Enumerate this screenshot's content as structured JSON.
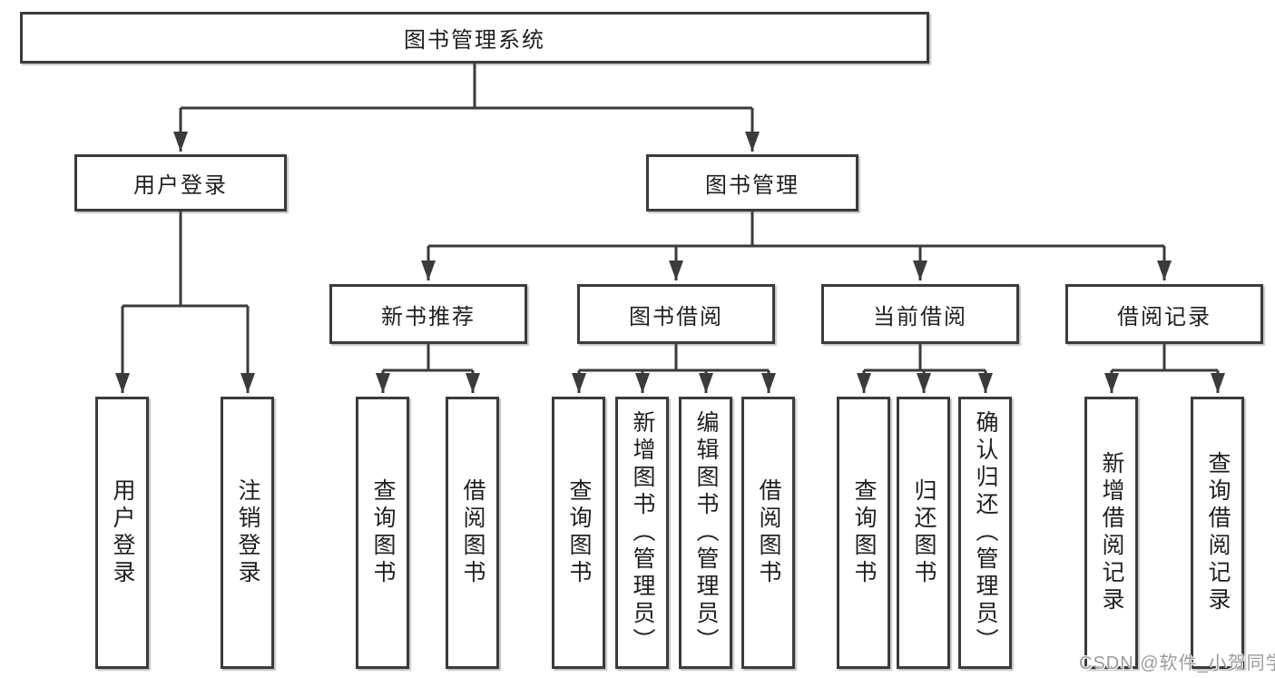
{
  "tree": {
    "root": {
      "label": "图书管理系统"
    },
    "branches": [
      {
        "label": "用户登录",
        "children": [
          {
            "label": "用户登录"
          },
          {
            "label": "注销登录"
          }
        ]
      },
      {
        "label": "图书管理",
        "children": [
          {
            "label": "新书推荐",
            "children": [
              {
                "label": "查询图书"
              },
              {
                "label": "借阅图书"
              }
            ]
          },
          {
            "label": "图书借阅",
            "children": [
              {
                "label": "查询图书"
              },
              {
                "label": "新增图书（管理员）"
              },
              {
                "label": "编辑图书（管理员）"
              },
              {
                "label": "借阅图书"
              }
            ]
          },
          {
            "label": "当前借阅",
            "children": [
              {
                "label": "查询图书"
              },
              {
                "label": "归还图书"
              },
              {
                "label": "确认归还（管理员）"
              }
            ]
          },
          {
            "label": "借阅记录",
            "children": [
              {
                "label": "新增借阅记录"
              },
              {
                "label": "查询借阅记录"
              }
            ]
          }
        ]
      }
    ]
  },
  "watermark": {
    "text": "CSDN @软件_小贺同学"
  },
  "colors": {
    "line": "#3b3b3b",
    "box_border": "#3b3b3b",
    "box_fill": "#ffffff",
    "text": "#1f1f1f",
    "watermark": "#9b9b9b",
    "background": "#ffffff"
  }
}
